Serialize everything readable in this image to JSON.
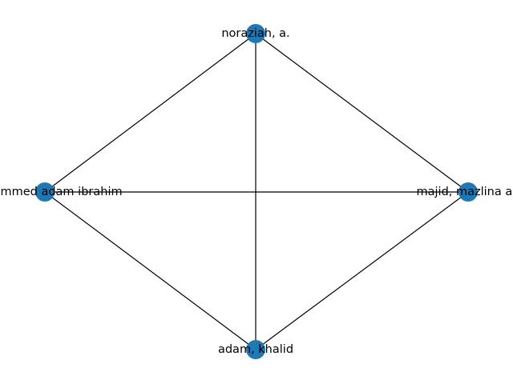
{
  "graph": {
    "node_color": "#1f77b4",
    "edge_color": "#000000",
    "nodes": [
      {
        "id": "noraziah",
        "label": "noraziah, a."
      },
      {
        "id": "majid",
        "label": "majid, mazlina ab"
      },
      {
        "id": "adam-khalid",
        "label": "adam, khalid"
      },
      {
        "id": "mohammed",
        "label": "mohammed adam ibrahim"
      }
    ],
    "edges": [
      {
        "source": "noraziah",
        "target": "majid"
      },
      {
        "source": "noraziah",
        "target": "adam-khalid"
      },
      {
        "source": "noraziah",
        "target": "mohammed"
      },
      {
        "source": "majid",
        "target": "mohammed"
      },
      {
        "source": "majid",
        "target": "adam-khalid"
      },
      {
        "source": "mohammed",
        "target": "adam-khalid"
      }
    ]
  }
}
